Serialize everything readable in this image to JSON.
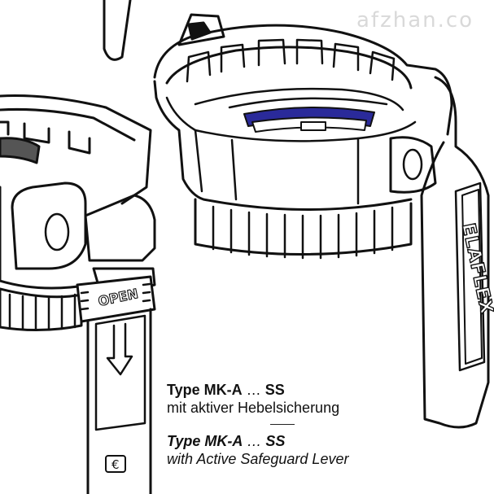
{
  "watermark": "afzhan.co",
  "brand_mark": "ELAFLEX",
  "lever_label": "OPEN",
  "caption": {
    "de": {
      "type": "Type MK-A",
      "dots": " … ",
      "ss": "SS",
      "sub": "mit aktiver Hebelsicherung"
    },
    "en": {
      "type": "Type MK-A",
      "dots": " … ",
      "ss": "SS",
      "sub": "with Active Safeguard Lever"
    }
  },
  "colors": {
    "ink": "#111111",
    "gasket": "#2a2a9a",
    "seal": "#555555"
  }
}
